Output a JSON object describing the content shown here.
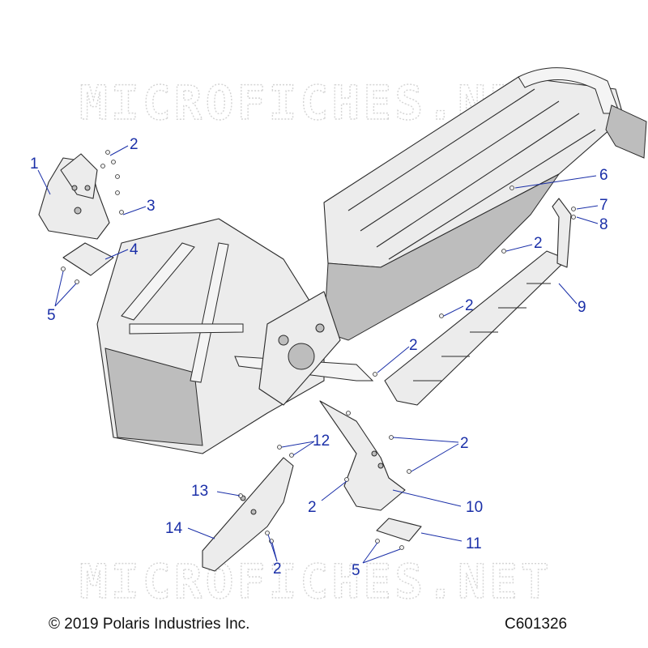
{
  "watermark_text": "MICROFICHES.NET",
  "callouts": [
    {
      "id": "c1",
      "label": "1"
    },
    {
      "id": "c2a",
      "label": "2"
    },
    {
      "id": "c3",
      "label": "3"
    },
    {
      "id": "c4",
      "label": "4"
    },
    {
      "id": "c5a",
      "label": "5"
    },
    {
      "id": "c6",
      "label": "6"
    },
    {
      "id": "c7",
      "label": "7"
    },
    {
      "id": "c8",
      "label": "8"
    },
    {
      "id": "c2b",
      "label": "2"
    },
    {
      "id": "c9",
      "label": "9"
    },
    {
      "id": "c2c",
      "label": "2"
    },
    {
      "id": "c2d",
      "label": "2"
    },
    {
      "id": "c12",
      "label": "12"
    },
    {
      "id": "c2e",
      "label": "2"
    },
    {
      "id": "c13",
      "label": "13"
    },
    {
      "id": "c2f",
      "label": "2"
    },
    {
      "id": "c10",
      "label": "10"
    },
    {
      "id": "c14",
      "label": "14"
    },
    {
      "id": "c11",
      "label": "11"
    },
    {
      "id": "c2g",
      "label": "2"
    },
    {
      "id": "c5b",
      "label": "5"
    }
  ],
  "footer": {
    "copyright": "© 2019 Polaris Industries Inc.",
    "code": "C601326"
  },
  "colors": {
    "callout": "#1a2fa8",
    "line": "#2a2a2a"
  }
}
